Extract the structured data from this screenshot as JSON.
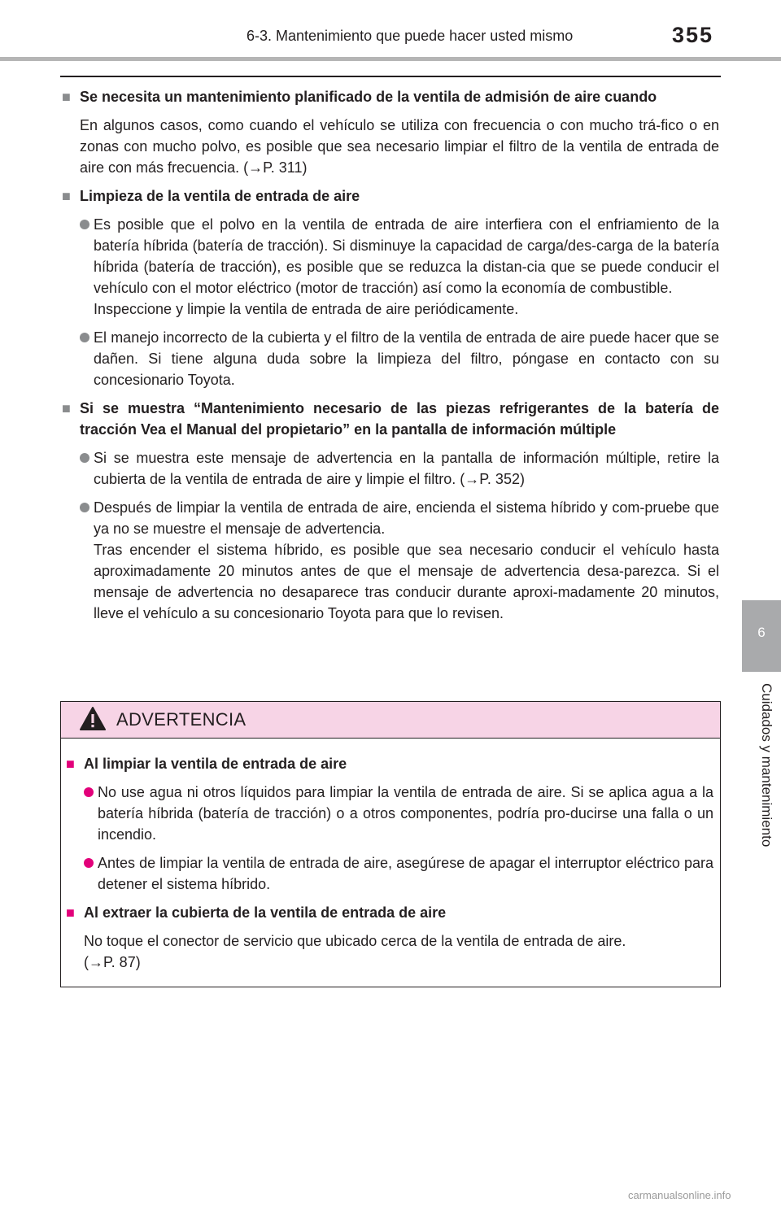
{
  "header": {
    "title": "6-3. Mantenimiento que puede hacer usted mismo",
    "page_number": "355"
  },
  "side_tab": {
    "number": "6",
    "label": "Cuidados y mantenimiento"
  },
  "icons": {
    "heading_marker": "square-bullet-icon",
    "bullet_marker": "circle-bullet-icon",
    "warning": "warning-triangle-icon"
  },
  "colors": {
    "heading_marker": "#8a8c8e",
    "warning_accent": "#e2007a",
    "warning_header_bg": "#f7d4e6",
    "side_tab_bg": "#a9aaac"
  },
  "main": {
    "sections": [
      {
        "marker": "■",
        "heading": "Se necesita un mantenimiento planificado de la ventila de admisión de aire cuando",
        "paragraphs": [
          "En algunos casos, como cuando el vehículo se utiliza con frecuencia o con mucho trá-fico o en zonas con mucho polvo, es posible que sea necesario limpiar el filtro de la ventila de entrada de aire con más frecuencia. (→P. 311)"
        ]
      },
      {
        "marker": "■",
        "heading": "Limpieza de la ventila de entrada de aire",
        "bullets": [
          {
            "text": "Es posible que el polvo en la ventila de entrada de aire interfiera con el enfriamiento de la batería híbrida (batería de tracción). Si disminuye la capacidad de carga/des-carga de la batería híbrida (batería de tracción), es posible que se reduzca la distan-cia que se puede conducir el vehículo con el motor eléctrico (motor de tracción) así como la economía de combustible.",
            "extra": "Inspeccione y limpie la ventila de entrada de aire periódicamente."
          },
          {
            "text": "El manejo incorrecto de la cubierta y el filtro de la ventila de entrada de aire puede hacer que se dañen. Si tiene alguna duda sobre la limpieza del filtro, póngase en contacto con su concesionario Toyota."
          }
        ]
      },
      {
        "marker": "■",
        "heading": "Si se muestra “Mantenimiento necesario de las piezas refrigerantes de la batería de tracción Vea el Manual del propietario” en la pantalla de información múltiple",
        "bullets": [
          {
            "text": "Si se muestra este mensaje de advertencia en la pantalla de información múltiple, retire la cubierta de la ventila de entrada de aire y limpie el filtro. (→P. 352)"
          },
          {
            "text": "Después de limpiar la ventila de entrada de aire, encienda el sistema híbrido y com-pruebe que ya no se muestre el mensaje de advertencia.",
            "extra": "Tras encender el sistema híbrido, es posible que sea necesario conducir el vehículo hasta aproximadamente 20 minutos antes de que el mensaje de advertencia desa-parezca. Si el mensaje de advertencia no desaparece tras conducir durante aproxi-madamente 20 minutos, lleve el vehículo a su concesionario Toyota para que lo revisen."
          }
        ]
      }
    ]
  },
  "warning": {
    "title": "ADVERTENCIA",
    "sections": [
      {
        "marker": "■",
        "heading": "Al limpiar la ventila de entrada de aire",
        "bullets": [
          "No use agua ni otros líquidos para limpiar la ventila de entrada de aire. Si se aplica agua a la batería híbrida (batería de tracción) o a otros componentes, podría pro-ducirse una falla o un incendio.",
          "Antes de limpiar la ventila de entrada de aire, asegúrese de apagar el interruptor eléctrico para detener el sistema híbrido."
        ]
      },
      {
        "marker": "■",
        "heading": "Al extraer la cubierta de la ventila de entrada de aire",
        "paragraph_line1": "No toque el conector de servicio que ubicado cerca de la ventila de entrada de aire.",
        "paragraph_line2": "(→P. 87)"
      }
    ]
  },
  "footer": {
    "watermark": "carmanualsonline.info"
  }
}
